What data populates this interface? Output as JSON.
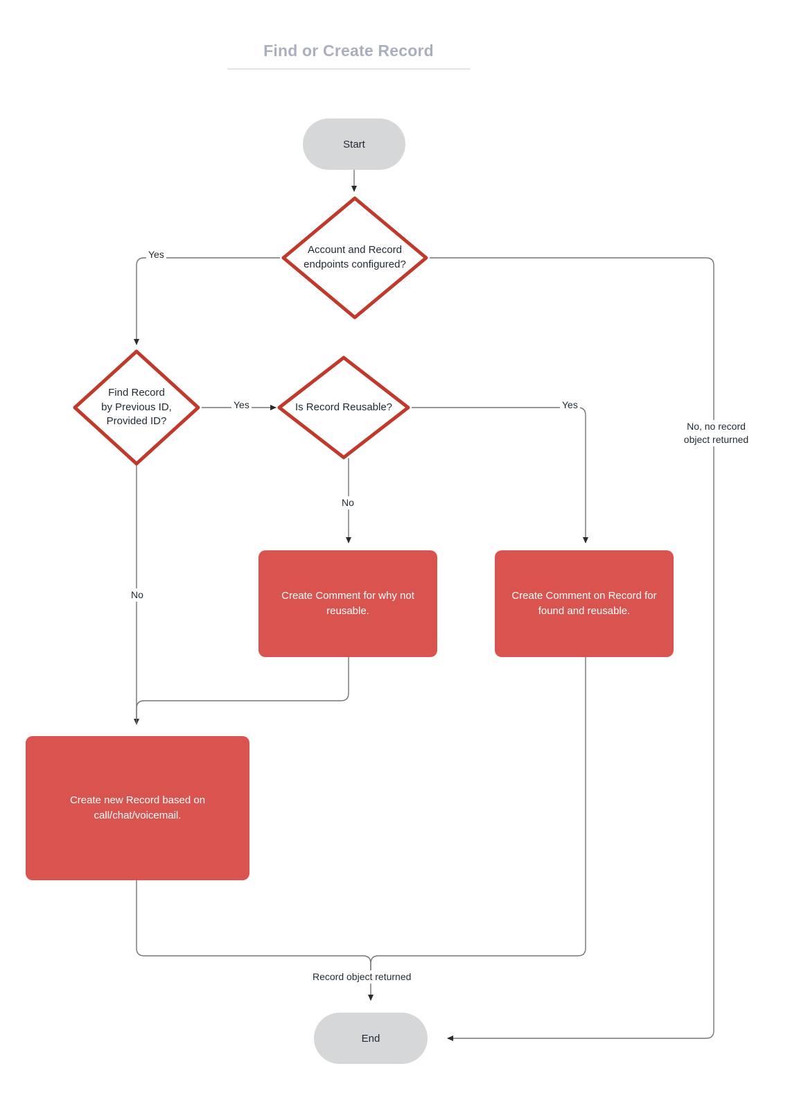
{
  "title": "Find or Create Record",
  "nodes": {
    "start": {
      "label": "Start",
      "type": "terminator"
    },
    "decision_endpoints": {
      "label": "Account and Record\nendpoints configured?",
      "type": "decision"
    },
    "decision_find": {
      "label": "Find Record\nby Previous ID,\nProvided ID?",
      "type": "decision"
    },
    "decision_reusable": {
      "label": "Is Record Reusable?",
      "type": "decision"
    },
    "comment_not_reusable": {
      "label": "Create Comment for why not reusable.",
      "type": "process"
    },
    "comment_found_reusable": {
      "label": "Create Comment on Record for found and reusable.",
      "type": "process"
    },
    "create_record": {
      "label": "Create new Record based on call/chat/voicemail.",
      "type": "process"
    },
    "end": {
      "label": "End",
      "type": "terminator"
    }
  },
  "edge_labels": {
    "endpoints_yes": "Yes",
    "endpoints_no": "No, no record\nobject returned",
    "find_yes": "Yes",
    "find_no": "No",
    "reusable_yes": "Yes",
    "reusable_no": "No",
    "record_returned": "Record object returned"
  },
  "colors": {
    "title": "#a9afbe",
    "terminator_fill": "#d5d7d8",
    "process_fill": "#d9534f",
    "decision_stroke": "#c0392b",
    "decision_fill": "#ffffff",
    "edge_stroke": "#70757a",
    "text_dark": "#1f2933",
    "text_light": "#ffffff"
  }
}
